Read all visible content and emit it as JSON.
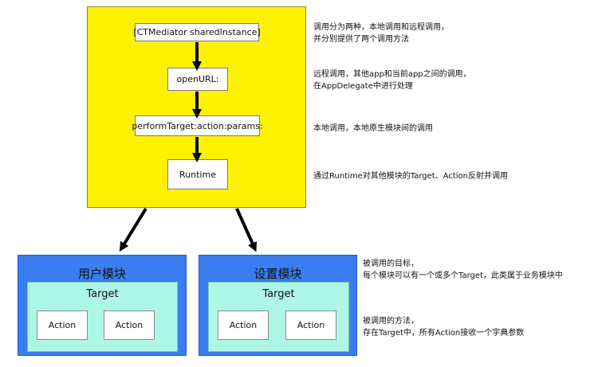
{
  "mediator": {
    "boxes": [
      "[CTMediator sharedInstance]",
      "openURL:",
      "performTarget:action:params:",
      "Runtime"
    ]
  },
  "modules": [
    {
      "title": "用户模块",
      "target": "Target",
      "actions": [
        "Action",
        "Action"
      ]
    },
    {
      "title": "设置模块",
      "target": "Target",
      "actions": [
        "Action",
        "Action"
      ]
    }
  ],
  "notes": [
    {
      "line1": "调用分为两种，本地调用和远程调用，",
      "line2": "并分别提供了两个调用方法"
    },
    {
      "line1": "远程调用，其他app和当前app之间的调用，",
      "line2": "在AppDelegate中进行处理"
    },
    {
      "line1": "本地调用，本地原生模块间的调用"
    },
    {
      "line1": "通过Runtime对其他模块的Target、Action反射并调用"
    },
    {
      "line1": "被调用的目标，",
      "line2": "每个模块可以有一个或多个Target，此类属于业务模块中"
    },
    {
      "line1": "被调用的方法，",
      "line2": "存在Target中，所有Action接收一个字典参数"
    }
  ]
}
